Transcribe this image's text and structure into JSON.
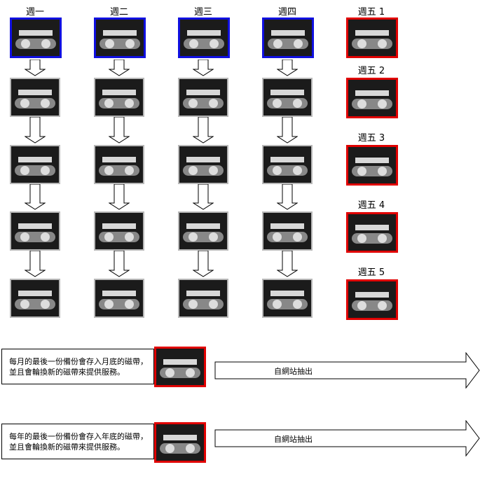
{
  "columns": [
    {
      "label": "週一"
    },
    {
      "label": "週二"
    },
    {
      "label": "週三"
    },
    {
      "label": "週四"
    }
  ],
  "friday_labels": [
    "週五 1",
    "週五 2",
    "週五 3",
    "週五 4",
    "週五 5"
  ],
  "colors": {
    "weekly_first": "#1010e0",
    "weekly": "#b8b8b8",
    "friday": "#e00000"
  },
  "monthly": {
    "lines": [
      "每月的最後一份備份會存入月底的磁帶，",
      "並且會輪換新的磁帶來提供服務。"
    ],
    "arrow_label": "自網站抽出"
  },
  "yearly": {
    "lines": [
      "每年的最後一份備份會存入年底的磁帶，",
      "並且會輪換新的磁帶來提供服務。"
    ],
    "arrow_label": "自網站抽出"
  }
}
